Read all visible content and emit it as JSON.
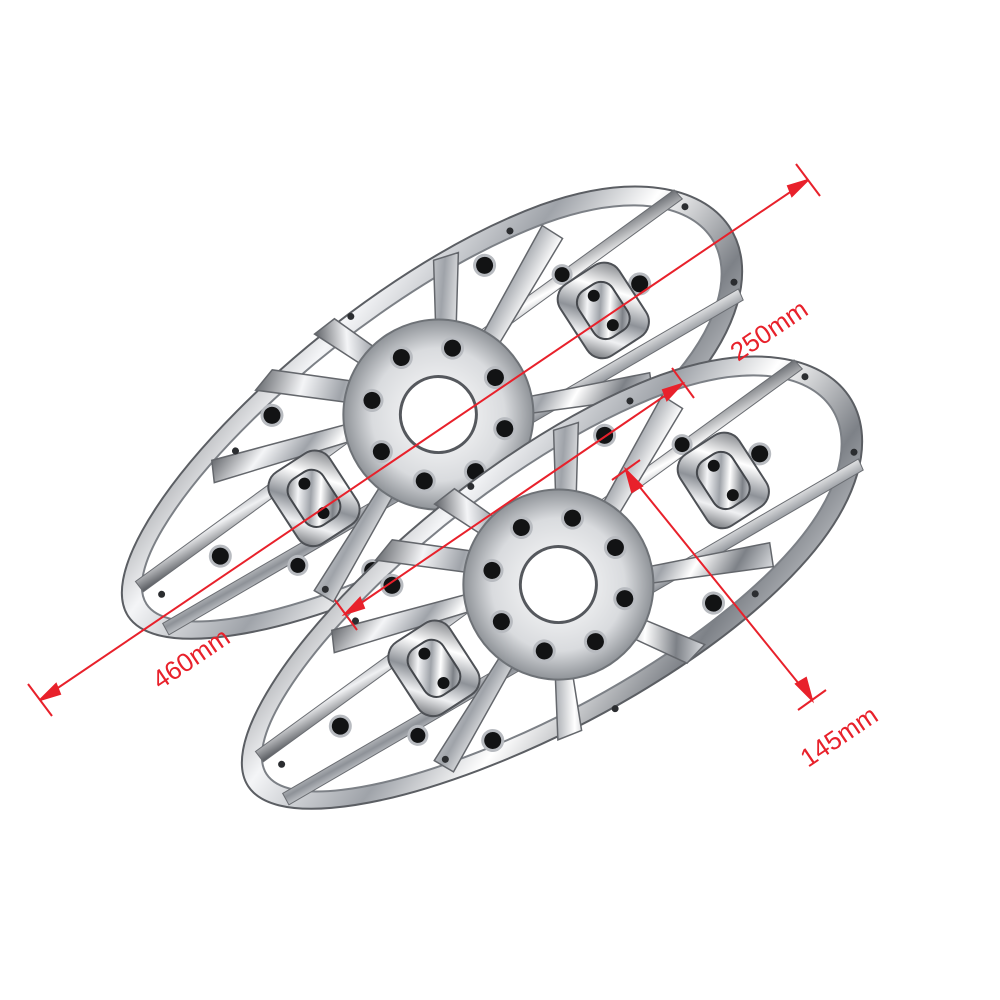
{
  "dimensions": {
    "overall_length": "460mm",
    "mount_span": "250mm",
    "width": "145mm"
  },
  "colors": {
    "dimension_line": "#e8212b",
    "dimension_text": "#e8212b",
    "chrome_dark": "#4a4d52",
    "chrome_mid": "#a9adb3",
    "chrome_light": "#f2f3f5",
    "bolt_hole": "#111214",
    "background": "#ffffff"
  },
  "objects": [
    {
      "name": "upper-floorboard",
      "icon": "chrome-floorboard-icon"
    },
    {
      "name": "lower-floorboard",
      "icon": "chrome-floorboard-icon"
    }
  ]
}
